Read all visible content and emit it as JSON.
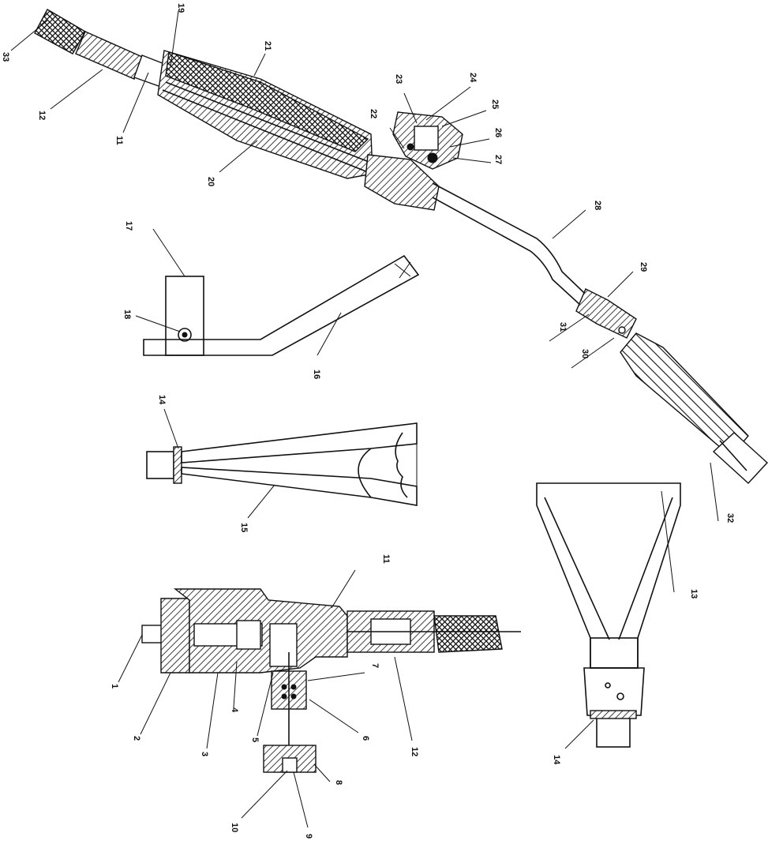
{
  "labels": {
    "l1": "1",
    "l2": "2",
    "l3": "3",
    "l4": "4",
    "l5": "5",
    "l6": "6",
    "l7": "7",
    "l8": "8",
    "l9": "9",
    "l10": "10",
    "l11a": "11",
    "l11b": "11",
    "l12a": "12",
    "l12b": "12",
    "l13": "13",
    "l14a": "14",
    "l14b": "14",
    "l15": "15",
    "l16": "16",
    "l17": "17",
    "l18": "18",
    "l19": "19",
    "l20": "20",
    "l21": "21",
    "l22": "22",
    "l23": "23",
    "l24": "24",
    "l25": "25",
    "l26": "26",
    "l27": "27",
    "l28": "28",
    "l29": "29",
    "l30": "30",
    "l31": "31",
    "l32": "32",
    "l33": "33"
  }
}
